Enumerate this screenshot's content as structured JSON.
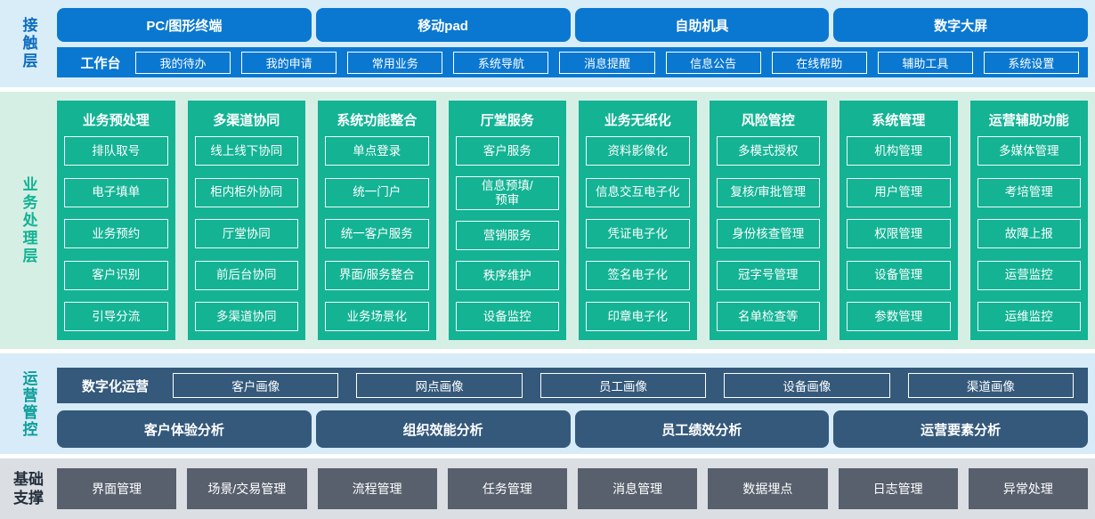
{
  "colors": {
    "accent_blue": "#0a78d1",
    "accent_green": "#13b394",
    "accent_slate": "#34597b",
    "accent_gray": "#57606c",
    "bg_light_blue": "#d8edf8",
    "bg_light_green": "#d6efe5",
    "bg_light_gray": "#dbdee3"
  },
  "contact_layer": {
    "label": "接触层",
    "channels": [
      "PC/图形终端",
      "移动pad",
      "自助机具",
      "数字大屏"
    ],
    "workbench": {
      "label": "工作台",
      "items": [
        "我的待办",
        "我的申请",
        "常用业务",
        "系统导航",
        "消息提醒",
        "信息公告",
        "在线帮助",
        "辅助工具",
        "系统设置"
      ]
    }
  },
  "business_layer": {
    "label": "业务处理层",
    "columns": [
      {
        "title": "业务预处理",
        "items": [
          "排队取号",
          "电子填单",
          "业务预约",
          "客户识别",
          "引导分流"
        ]
      },
      {
        "title": "多渠道协同",
        "items": [
          "线上线下协同",
          "柜内柜外协同",
          "厅堂协同",
          "前后台协同",
          "多渠道协同"
        ]
      },
      {
        "title": "系统功能整合",
        "items": [
          "单点登录",
          "统一门户",
          "统一客户服务",
          "界面/服务整合",
          "业务场景化"
        ]
      },
      {
        "title": "厅堂服务",
        "items": [
          "客户服务",
          "信息预填/\n预审",
          "营销服务",
          "秩序维护",
          "设备监控"
        ]
      },
      {
        "title": "业务无纸化",
        "items": [
          "资料影像化",
          "信息交互电子化",
          "凭证电子化",
          "签名电子化",
          "印章电子化"
        ]
      },
      {
        "title": "风险管控",
        "items": [
          "多模式授权",
          "复核/审批管理",
          "身份核查管理",
          "冠字号管理",
          "名单检查等"
        ]
      },
      {
        "title": "系统管理",
        "items": [
          "机构管理",
          "用户管理",
          "权限管理",
          "设备管理",
          "参数管理"
        ]
      },
      {
        "title": "运营辅助功能",
        "items": [
          "多媒体管理",
          "考培管理",
          "故障上报",
          "运营监控",
          "运维监控"
        ]
      }
    ]
  },
  "operations_layer": {
    "label": "运营管控",
    "digital_ops": {
      "label": "数字化运营",
      "items": [
        "客户画像",
        "网点画像",
        "员工画像",
        "设备画像",
        "渠道画像"
      ]
    },
    "analysis": [
      "客户体验分析",
      "组织效能分析",
      "员工绩效分析",
      "运营要素分析"
    ]
  },
  "foundation_layer": {
    "label": "基础支撑",
    "items": [
      "界面管理",
      "场景/交易管理",
      "流程管理",
      "任务管理",
      "消息管理",
      "数据埋点",
      "日志管理",
      "异常处理"
    ]
  }
}
